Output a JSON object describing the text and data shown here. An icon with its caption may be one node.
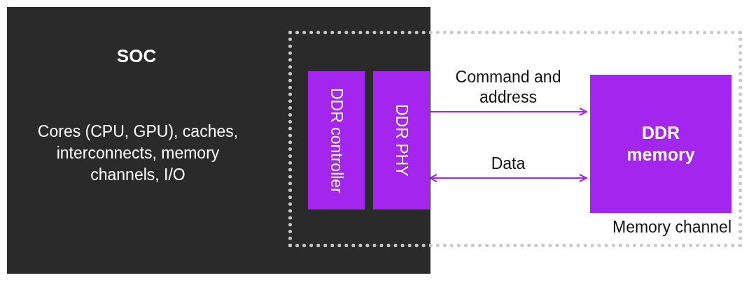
{
  "diagram": {
    "nodes": [
      {
        "text": [
          "SOC",
          "Cores (CPU, GPU), caches, interconnects, memory channels, I/O"
        ]
      },
      {
        "text": [
          "Memory channel"
        ]
      },
      {
        "text": [
          "DDR controller"
        ]
      },
      {
        "text": [
          "DDR PHY"
        ]
      },
      {
        "text": [
          "DDR memory"
        ],
        "in": 1
      }
    ],
    "edges": [
      {
        "from": 3,
        "to": 4,
        "arrow": "to",
        "label": "Command and address"
      },
      {
        "from": 3,
        "to": 4,
        "arrow": "both",
        "label": "Data"
      }
    ]
  }
}
